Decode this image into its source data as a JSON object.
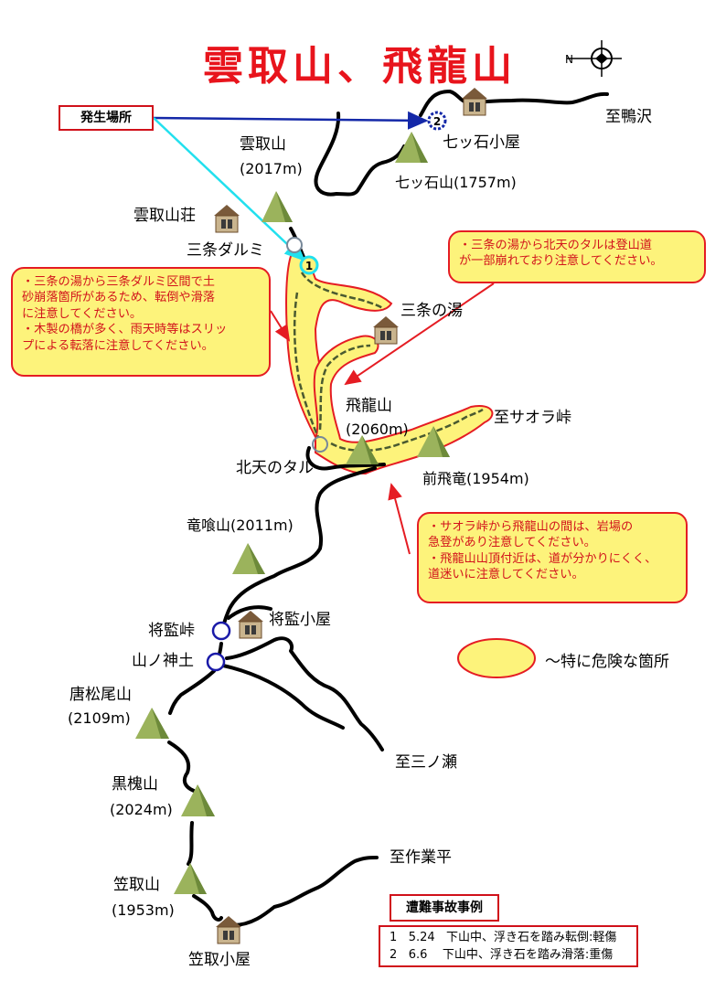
{
  "title": "雲取山、飛龍山",
  "compass": {
    "label": "N"
  },
  "occurrence_label": "発生場所",
  "places": {
    "kumotori": {
      "name": "雲取山",
      "alt": "(2017m)"
    },
    "kumotori_lodge": "雲取山荘",
    "sanjo_darumi": "三条ダルミ",
    "nanatsuishi_hut": "七ッ石小屋",
    "nanatsuishi_mt": "七ッ石山(1757m)",
    "to_kamozawa": "至鴨沢",
    "sanjo_spa": "三条の湯",
    "hiryu": {
      "name": "飛龍山",
      "alt": "(2060m)"
    },
    "to_saora": "至サオラ峠",
    "hokuten": "北天のタル",
    "maebiryu": "前飛竜(1954m)",
    "ryukui": "竜喰山(2011m)",
    "shogen_pass": "将監峠",
    "shogen_hut": "将監小屋",
    "yamanokami": "山ノ神土",
    "karamatsuo": {
      "name": "唐松尾山",
      "alt": "(2109m)"
    },
    "to_sannose": "至三ノ瀬",
    "kuroenju": {
      "name": "黒槐山",
      "alt": "(2024m)"
    },
    "to_sagyodaira": "至作業平",
    "kasatori": {
      "name": "笠取山",
      "alt": "(1953m)"
    },
    "kasatori_hut": "笠取小屋"
  },
  "markers": {
    "m1": "1",
    "m2": "2"
  },
  "notes": {
    "left": [
      "・三条の湯から三条ダルミ区間で土",
      "砂崩落箇所があるため、転倒や滑落",
      "に注意してください。",
      "・木製の橋が多く、雨天時等はスリッ",
      "プによる転落に注意してください。"
    ],
    "top_right": [
      "・三条の湯から北天のタルは登山道",
      "が一部崩れており注意してください。"
    ],
    "bottom_right": [
      "・サオラ峠から飛龍山の間は、岩場の",
      "急登があり注意してください。",
      "・飛龍山山頂付近は、道が分かりにくく、",
      "道迷いに注意してください。"
    ]
  },
  "legend": {
    "label": "～特に危険な箇所"
  },
  "accidents": {
    "title": "遭難事故事例",
    "rows": [
      {
        "no": "1",
        "date": "5.24",
        "desc": "下山中、浮き石を踏み転倒:軽傷"
      },
      {
        "no": "2",
        "date": "6.6",
        "desc": "下山中、浮き石を踏み滑落:重傷"
      }
    ]
  },
  "colors": {
    "trail": "#000000",
    "danger_fill": "#fdf37b",
    "danger_stroke": "#e51c23",
    "title": "#e8141c",
    "arrow_blue": "#1428a8",
    "arrow_cyan": "#22e0ee",
    "junction": "#1a1aa8"
  }
}
